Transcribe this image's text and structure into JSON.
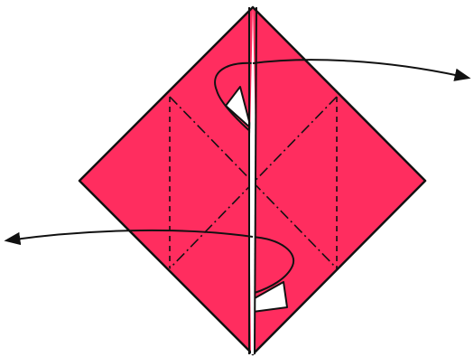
{
  "diagram": {
    "colors": {
      "paper": "#ff2d5f",
      "paper_back": "#ffffff",
      "line": "#111111"
    },
    "fold_lines": {
      "valley_folds": "dashed",
      "mountain_folds": "dash-dot"
    },
    "arrows": [
      {
        "direction": "right",
        "meaning": "unfold-flap"
      },
      {
        "direction": "left",
        "meaning": "unfold-flap"
      }
    ]
  }
}
